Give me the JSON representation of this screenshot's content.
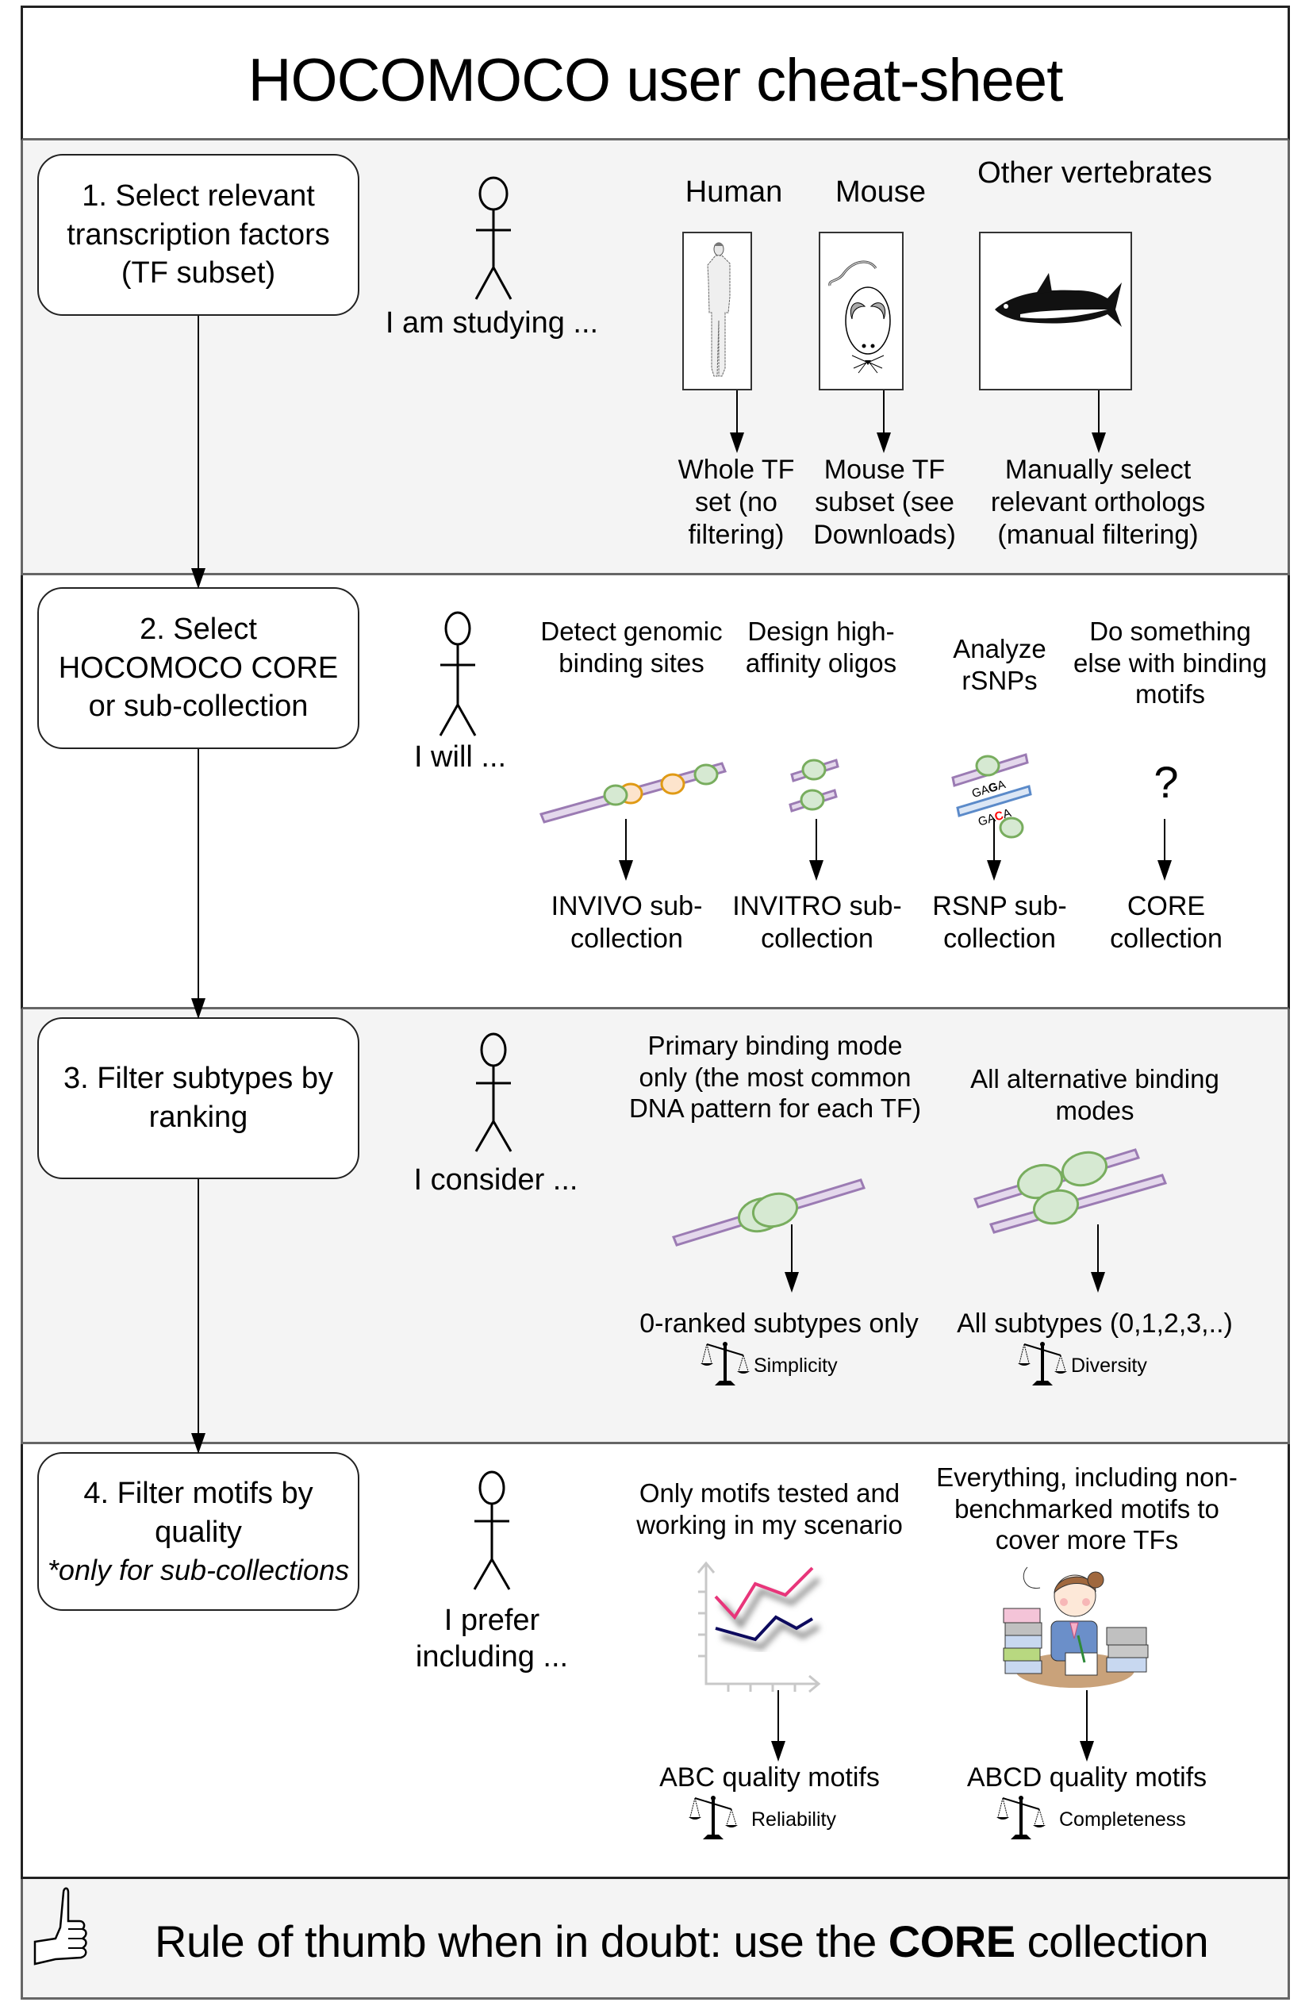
{
  "title": "HOCOMOCO user cheat-sheet",
  "colors": {
    "panel_gray": "#f4f4f4",
    "panel_white": "#ffffff",
    "dna_purple": "#9b7bb3",
    "dna_purple_fill": "#e4d8ec",
    "dna_blue": "#5b8ac9",
    "dna_blue_fill": "#dbe6f5",
    "tf_green": "#78ad5e",
    "tf_green_fill": "#d6e9d2",
    "tf_orange": "#e09a14",
    "tf_orange_fill": "#fde4cc",
    "snp_red": "#ff0000"
  },
  "sections": [
    {
      "step": "1. Select relevant transcription factors (TF subset)",
      "actor_label": "I am studying ...",
      "options": [
        {
          "header": "Human",
          "image": "human-figure",
          "result": "Whole TF set (no filtering)"
        },
        {
          "header": "Mouse",
          "image": "mouse-illustration",
          "result": "Mouse TF subset (see Downloads)"
        },
        {
          "header": "Other vertebrates",
          "image": "fish-illustration",
          "result": "Manually select relevant orthologs (manual filtering)"
        }
      ]
    },
    {
      "step": "2. Select HOCOMOCO CORE or sub-collection",
      "actor_label": "I will ...",
      "options": [
        {
          "header": "Detect genomic binding sites",
          "image": "dna-multiple-sites",
          "result": "INVIVO sub-collection"
        },
        {
          "header": "Design high-affinity oligos",
          "image": "dna-oligos",
          "result": "INVITRO sub-collection"
        },
        {
          "header": "Analyze rSNPs",
          "image": "dna-rsnp",
          "result": "RSNP sub-collection",
          "seq_ref": "GAGA",
          "seq_alt_prefix": "GA",
          "seq_alt_snp": "C",
          "seq_alt_suffix": "A"
        },
        {
          "header": "Do something else with binding motifs",
          "image": "question-mark",
          "symbol": "?",
          "result": "CORE collection"
        }
      ]
    },
    {
      "step": "3. Filter subtypes by ranking",
      "actor_label": "I consider ...",
      "options": [
        {
          "header": "Primary binding mode only (the most common DNA pattern for each TF)",
          "image": "dna-single-mode",
          "result": "0-ranked subtypes only",
          "tradeoff": "Simplicity"
        },
        {
          "header": "All alternative binding modes",
          "image": "dna-multiple-modes",
          "result": "All subtypes (0,1,2,3,..)",
          "tradeoff": "Diversity"
        }
      ]
    },
    {
      "step_main": "4. Filter motifs by quality",
      "step_note": "*only for sub-collections",
      "actor_label": "I prefer including ...",
      "options": [
        {
          "header": "Only motifs tested and working in my scenario",
          "image": "line-chart-illustration",
          "result": "ABC quality motifs",
          "tradeoff": "Reliability"
        },
        {
          "header": "Everything, including non-benchmarked motifs to cover more TFs",
          "image": "overworked-person-illustration",
          "result": "ABCD quality motifs",
          "tradeoff": "Completeness"
        }
      ]
    }
  ],
  "footer": {
    "prefix": "Rule of thumb when in doubt: use the ",
    "emphasis": "CORE",
    "suffix": " collection"
  }
}
